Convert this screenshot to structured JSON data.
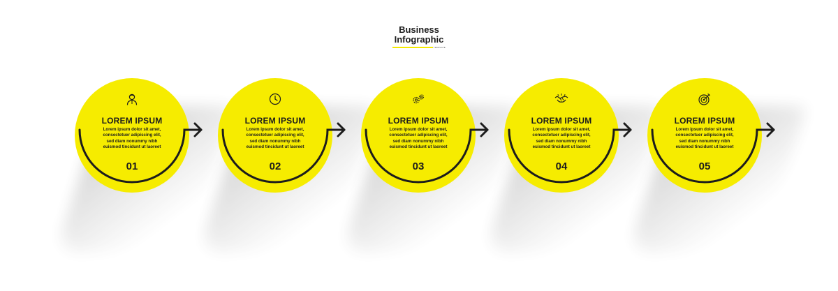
{
  "header": {
    "title_line1": "Business",
    "title_line2": "Infographic",
    "subtitle_small": "TEMPLATE"
  },
  "colors": {
    "accent": "#f6ec00",
    "ink": "#1c1c1c"
  },
  "steps": [
    {
      "icon": "person-icon",
      "heading": "LOREM IPSUM",
      "lines": [
        "Lorem ipsum dolor sit amet,",
        "consectetuer adipiscing elit,",
        "sed diam nonummy nibh",
        "euismod tincidunt ut laoreet"
      ],
      "number": "01"
    },
    {
      "icon": "clock-icon",
      "heading": "LOREM IPSUM",
      "lines": [
        "Lorem ipsum dolor sit amet,",
        "consectetuer adipiscing elit,",
        "sed diam nonummy nibh",
        "euismod tincidunt ut laoreet"
      ],
      "number": "02"
    },
    {
      "icon": "gears-icon",
      "heading": "LOREM IPSUM",
      "lines": [
        "Lorem ipsum dolor sit amet,",
        "consectetuer adipiscing elit,",
        "sed diam nonummy nibh",
        "euismod tincidunt ut laoreet"
      ],
      "number": "03"
    },
    {
      "icon": "handshake-icon",
      "heading": "LOREM IPSUM",
      "lines": [
        "Lorem ipsum dolor sit amet,",
        "consectetuer adipiscing elit,",
        "sed diam nonummy nibh",
        "euismod tincidunt ut laoreet"
      ],
      "number": "04"
    },
    {
      "icon": "target-icon",
      "heading": "LOREM IPSUM",
      "lines": [
        "Lorem ipsum dolor sit amet,",
        "consectetuer adipiscing elit,",
        "sed diam nonummy nibh",
        "euismod tincidunt ut laoreet"
      ],
      "number": "05"
    }
  ]
}
